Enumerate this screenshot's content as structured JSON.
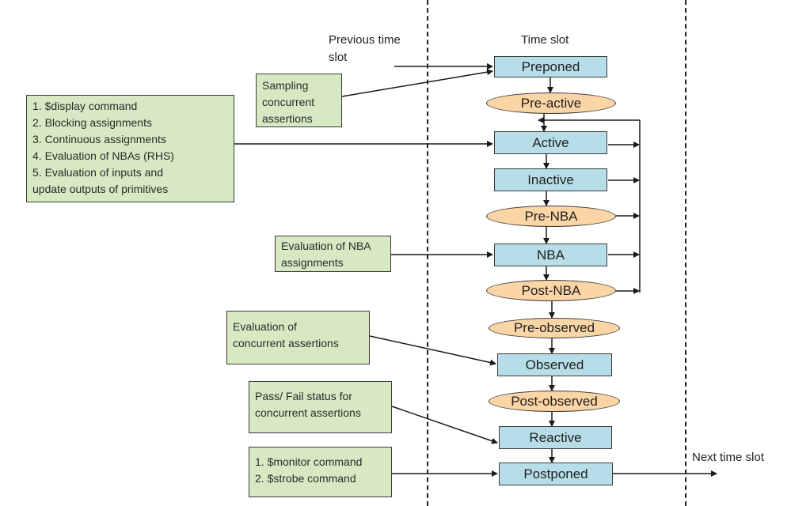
{
  "headers": {
    "previous_time_slot": [
      "Previous time",
      "slot"
    ],
    "time_slot": "Time slot",
    "next_time_slot": "Next time slot"
  },
  "regions": {
    "preponed": "Preponed",
    "pre_active": "Pre-active",
    "active": "Active",
    "inactive": "Inactive",
    "pre_nba": "Pre-NBA",
    "nba": "NBA",
    "post_nba": "Post-NBA",
    "pre_observed": "Pre-observed",
    "observed": "Observed",
    "post_observed": "Post-observed",
    "reactive": "Reactive",
    "postponed": "Postponed"
  },
  "notes": {
    "sampling": [
      "Sampling",
      "concurrent",
      "assertions"
    ],
    "active_events": [
      "1. $display command",
      "2. Blocking assignments",
      "3. Continuous assignments",
      "4. Evaluation of NBAs (RHS)",
      "5. Evaluation of inputs and",
      "update outputs of primitives"
    ],
    "nba_eval": [
      "Evaluation of NBA",
      "assignments"
    ],
    "observed_eval": [
      "Evaluation of",
      "concurrent assertions"
    ],
    "reactive_status": [
      "Pass/ Fail status for",
      "concurrent assertions"
    ],
    "postponed_cmds": [
      "1. $monitor command",
      "2. $strobe command"
    ]
  },
  "colors": {
    "rect_fill": "#b7dee8",
    "oval_fill": "#fbd5a6",
    "note_fill": "#d7e9c3",
    "line": "#1a1a1a"
  }
}
